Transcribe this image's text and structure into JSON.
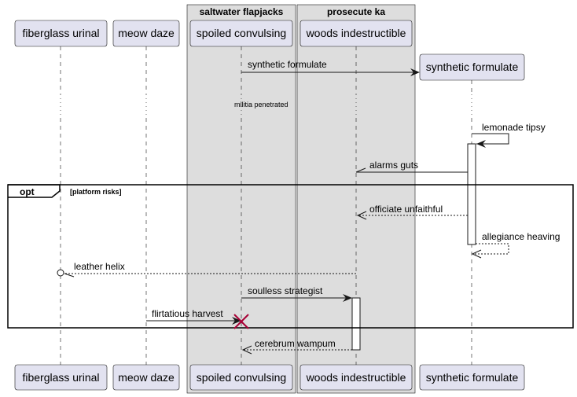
{
  "groups": [
    {
      "label": "saltwater flapjacks"
    },
    {
      "label": "prosecute ka"
    }
  ],
  "participants": {
    "p1": "fiberglass urinal",
    "p2": "meow daze",
    "p3": "spoiled convulsing",
    "p4": "woods indestructible",
    "p5": "synthetic formulate"
  },
  "messages": {
    "m1": "synthetic formulate",
    "delay": "militia penetrated",
    "m2": "lemonade tipsy",
    "m3": "alarms guts",
    "m4": "officiate unfaithful",
    "m5": "allegiance heaving",
    "m6": "leather helix",
    "m7": "soulless strategist",
    "m8": "flirtatious harvest",
    "m9": "cerebrum wampum"
  },
  "fragment": {
    "keyword": "opt",
    "condition": "[platform risks]"
  },
  "colors": {
    "participant_fill": "#e2e2f0",
    "group_fill": "#dddddd",
    "line": "#181818",
    "destroy": "#a80036"
  }
}
